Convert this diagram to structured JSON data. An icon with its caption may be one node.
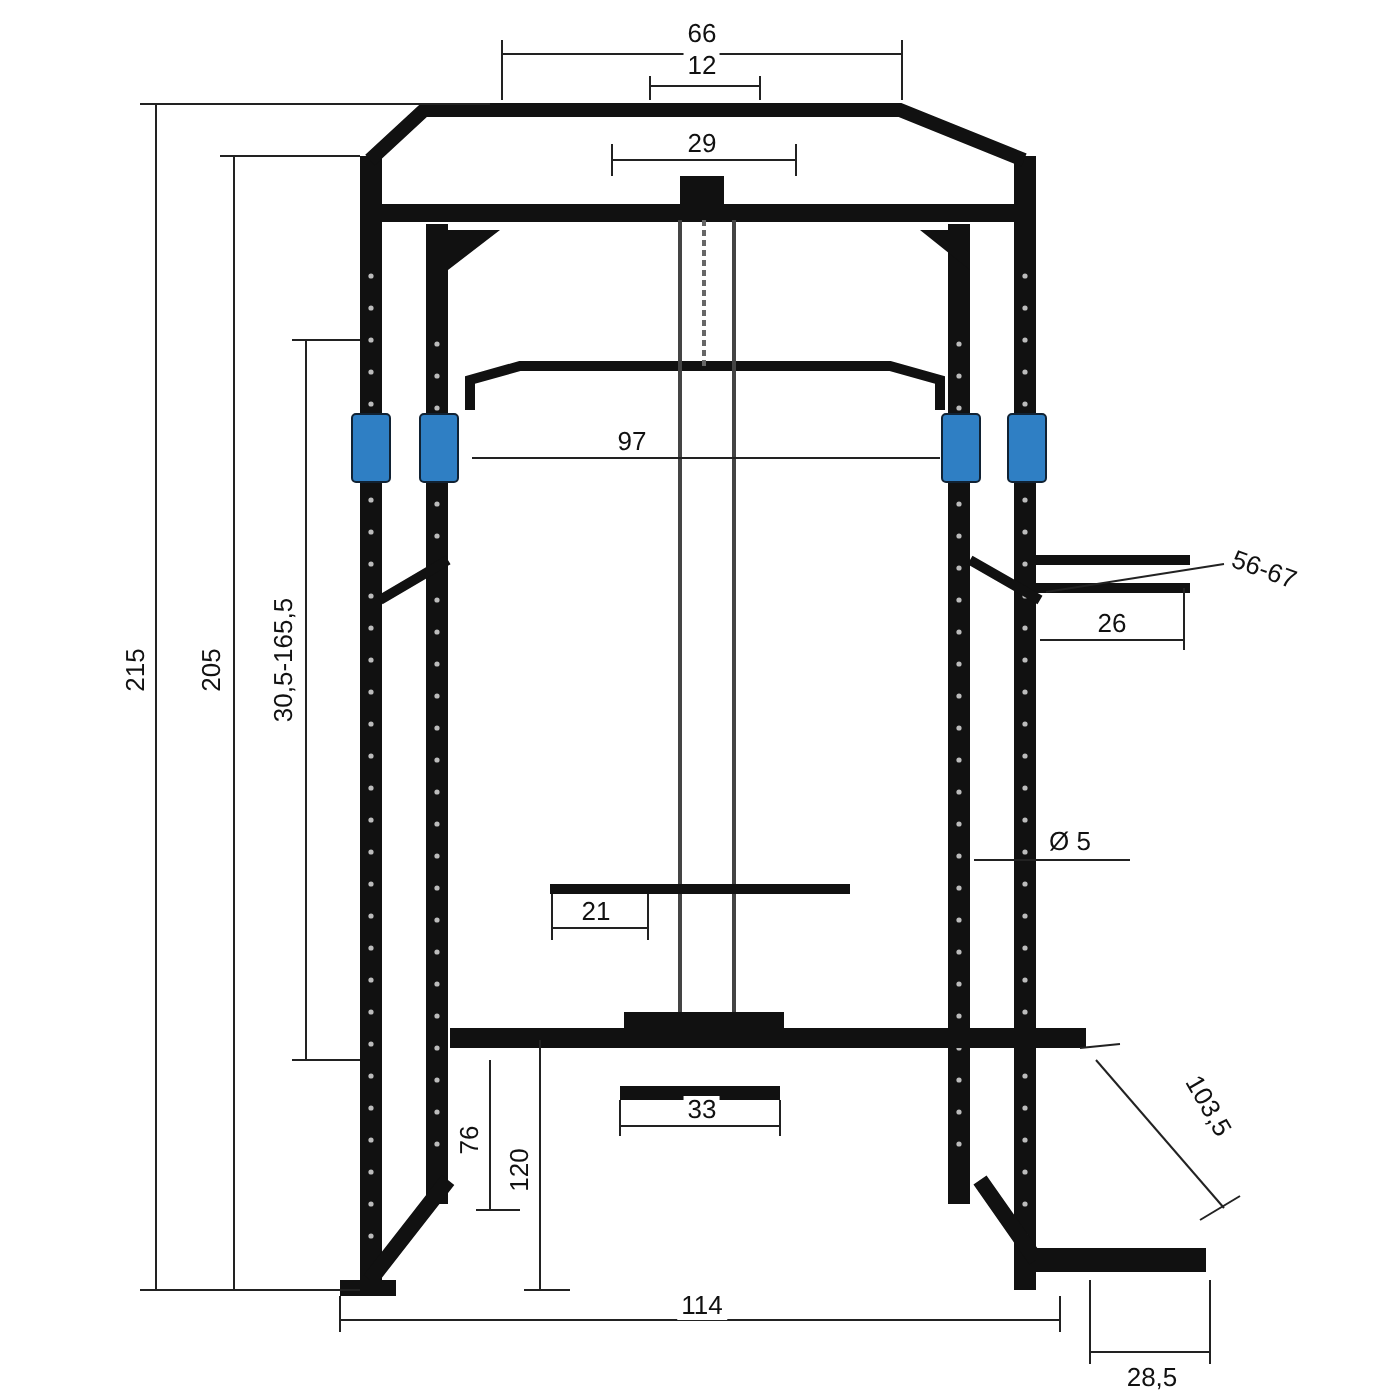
{
  "diagram": {
    "labels": [
      "66",
      "12",
      "29",
      "215",
      "205",
      "30,5-165,5",
      "97",
      "56-67",
      "26",
      "Ø 5",
      "21",
      "33",
      "103,5",
      "76",
      "120",
      "114",
      "28,5"
    ]
  }
}
